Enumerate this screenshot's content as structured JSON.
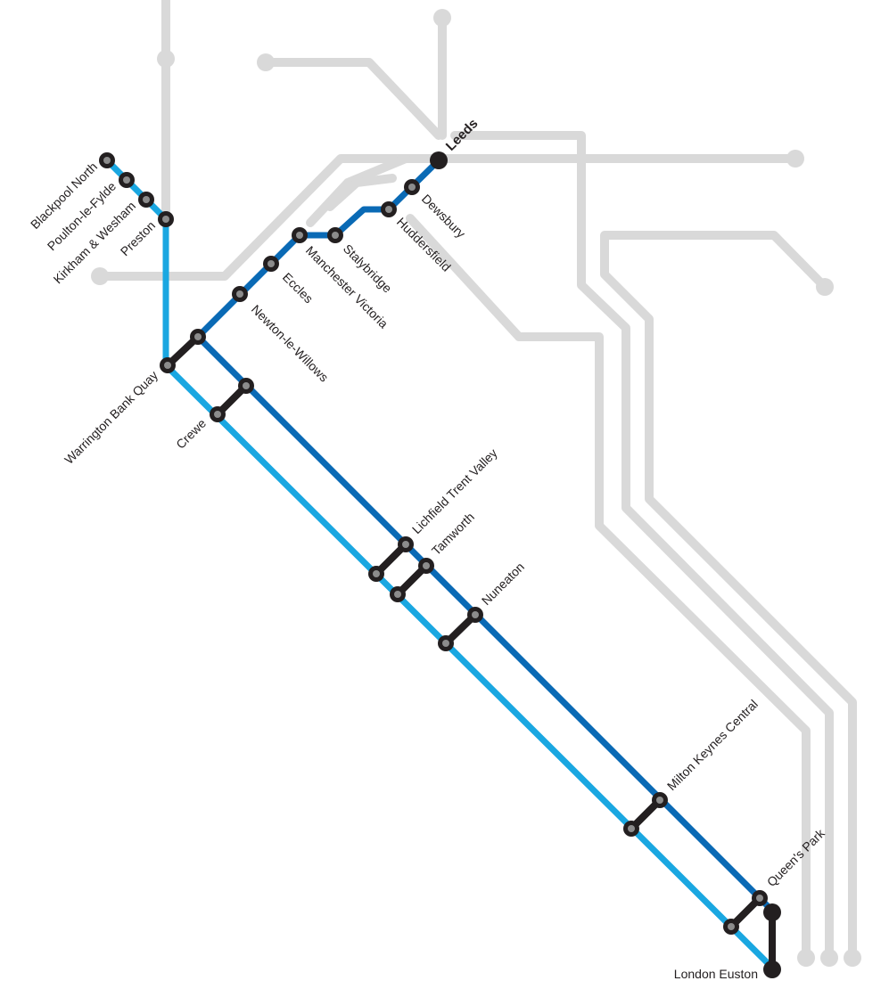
{
  "colors": {
    "background": "#ffffff",
    "other_routes": "#d9d9d9",
    "route_light_blue": "#1aa7e1",
    "route_dark_blue": "#0a6ab5",
    "station": "#231f20",
    "station_core": "#8c8c8c"
  },
  "stations": {
    "blackpool_north": "Blackpool North",
    "poulton": "Poulton-le-Fylde",
    "kirkham": "Kirkham & Wesham",
    "preston": "Preston",
    "warrington": "Warrington Bank Quay",
    "crewe": "Crewe",
    "newton": "Newton-le-Willows",
    "eccles": "Eccles",
    "manchester_victoria": "Manchester Victoria",
    "stalybridge": "Stalybridge",
    "huddersfield": "Huddersfield",
    "dewsbury": "Dewsbury",
    "leeds": "Leeds",
    "lichfield": "Lichfield Trent Valley",
    "tamworth": "Tamworth",
    "nuneaton": "Nuneaton",
    "milton_keynes": "Milton Keynes Central",
    "queens_park": "Queen's Park",
    "london_euston": "London Euston"
  }
}
